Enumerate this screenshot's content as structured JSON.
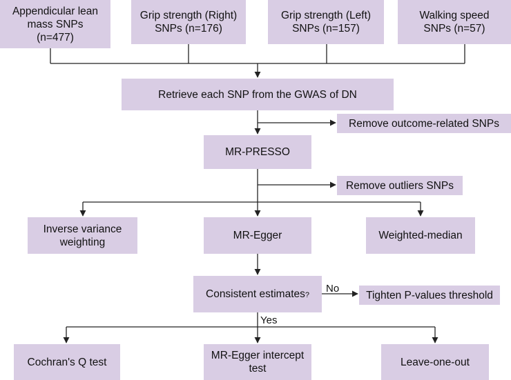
{
  "boxes": {
    "alm": "Appendicular lean\nmass  SNPs\n(n=477)",
    "grip_right": "Grip strength (Right)\nSNPs (n=176)",
    "grip_left": "Grip strength (Left)\nSNPs (n=157)",
    "walking": "Walking speed\nSNPs (n=57)",
    "retrieve": "Retrieve each SNP from the GWAS of DN",
    "remove_outcome": "Remove outcome-related SNPs",
    "mr_presso": "MR-PRESSO",
    "remove_outliers": "Remove outliers SNPs",
    "ivw": "Inverse variance\nweighting",
    "mr_egger": "MR-Egger",
    "weighted_median": "Weighted-median",
    "consistent": "Consistent estimates",
    "consistent_q": "?",
    "tighten": "Tighten P-values threshold",
    "cochran": "Cochran's Q test",
    "egger_intercept": "MR-Egger intercept\ntest",
    "loo": "Leave-one-out"
  },
  "labels": {
    "no": "No",
    "yes": "Yes"
  },
  "colors": {
    "box_fill": "#d9cde4",
    "line": "#222222"
  }
}
